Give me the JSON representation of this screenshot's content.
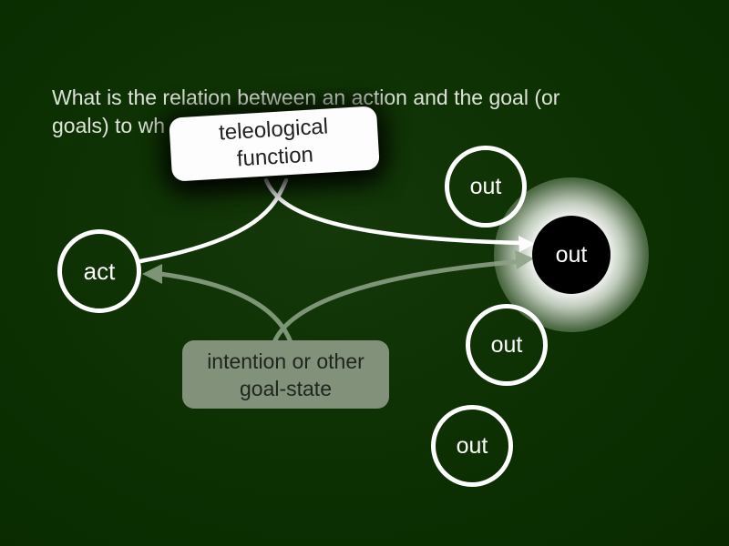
{
  "slide": {
    "title": "What is the relation between an action and the goal (or\ngoals) to wh",
    "colors": {
      "background": "#0b2e01",
      "title_text": "#dde3d8",
      "arrow_primary": "#ffffff",
      "arrow_secondary": "#8da287",
      "function_box_bg": "#fdfdfd",
      "function_box_text": "#222222",
      "goal_box_bg": "#81917a",
      "goal_box_text": "#20261e",
      "node_outline": "#ffffff",
      "node_text": "#ffffff",
      "highlighted_node_fill": "#000000",
      "highlight_glow": "#ffffff"
    }
  },
  "diagram": {
    "function_box": {
      "label": "teleological\nfunction"
    },
    "goal_box": {
      "label": "intention or other\ngoal-state"
    },
    "nodes": {
      "act": {
        "label": "act"
      },
      "out_top": {
        "label": "out"
      },
      "out_highlight": {
        "label": "out"
      },
      "out_mid": {
        "label": "out"
      },
      "out_bottom": {
        "label": "out"
      }
    }
  }
}
